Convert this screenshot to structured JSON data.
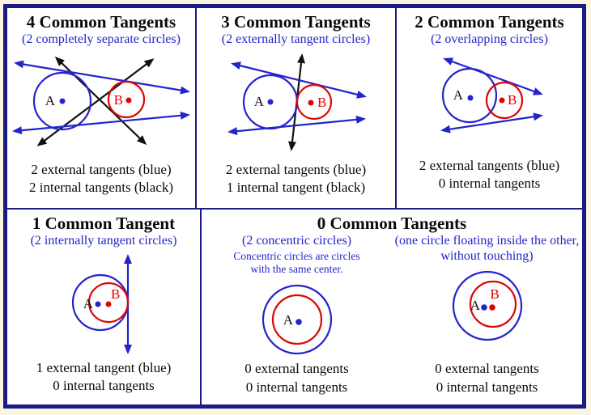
{
  "colors": {
    "navy": "#1b1b86",
    "blue": "#2424cc",
    "red": "#dd0505",
    "cream": "#faf4e0"
  },
  "panels": [
    {
      "title": "4 Common Tangents",
      "subtitle": "(2 completely separate circles)",
      "caption1": "2 external tangents (blue)",
      "caption2": "2 internal tangents (black)",
      "label_a": "A",
      "label_b": "B"
    },
    {
      "title": "3 Common Tangents",
      "subtitle": "(2 externally tangent circles)",
      "caption1": "2 external tangents (blue)",
      "caption2": "1 internal tangent (black)",
      "label_a": "A",
      "label_b": "B"
    },
    {
      "title": "2 Common Tangents",
      "subtitle": "(2 overlapping circles)",
      "caption1": "2 external tangents (blue)",
      "caption2": "0 internal tangents",
      "label_a": "A",
      "label_b": "B"
    },
    {
      "title": "1 Common Tangent",
      "subtitle": "(2 internally tangent circles)",
      "caption1": "1 external tangent (blue)",
      "caption2": "0 internal tangents",
      "label_a": "A",
      "label_b": "B"
    },
    {
      "title": "0 Common Tangents",
      "left": {
        "subtitle": "(2 concentric circles)",
        "note": "Concentric circles are circles with the same center.",
        "caption1": "0 external tangents",
        "caption2": "0 internal tangents",
        "label_a": "A"
      },
      "right": {
        "subtitle": "(one circle floating inside the other, without touching)",
        "caption1": "0 external tangents",
        "caption2": "0 internal tangents",
        "label_a": "A",
        "label_b": "B"
      }
    }
  ]
}
